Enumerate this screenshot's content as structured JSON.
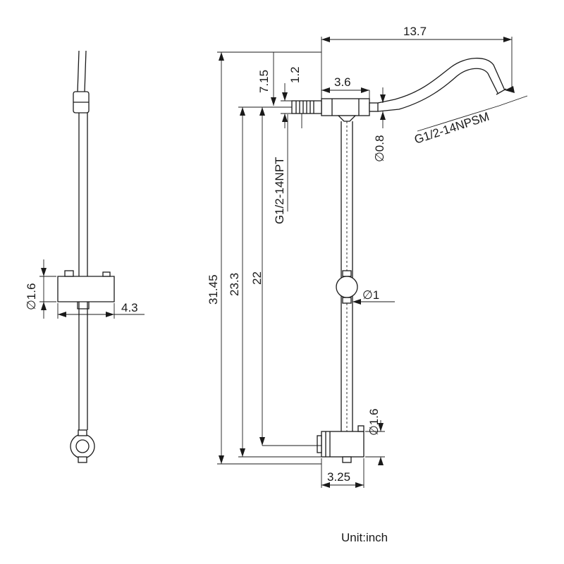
{
  "dimensions": {
    "outlet_reach": "13.7",
    "top_offset": "7.15",
    "fitting_length": "1.2",
    "tee_width": "3.6",
    "outlet_dia": "∅0.8",
    "top_thread": "G1/2-14NPT",
    "arm_thread": "G1/2-14NPSM",
    "total_height": "31.45",
    "mid_height": "23.3",
    "rod_height": "22",
    "slider_dia": "∅1.6",
    "slider_depth": "4.3",
    "rod_dia": "∅1",
    "base_dia": "∅1.6",
    "base_width": "3.25"
  },
  "unit_label": "Unit:inch"
}
